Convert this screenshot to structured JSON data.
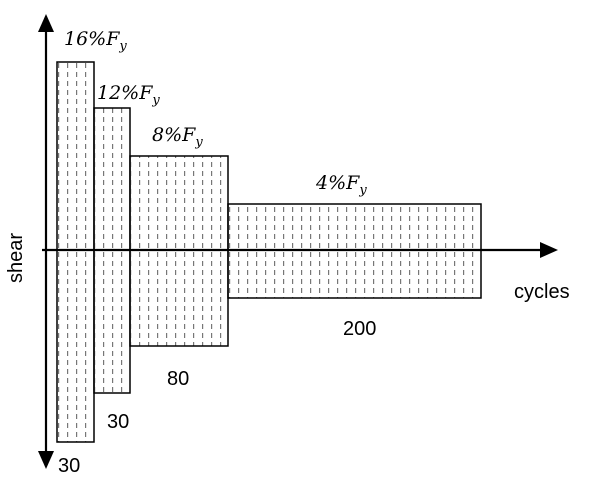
{
  "axes": {
    "y_label": "shear",
    "x_label": "cycles"
  },
  "blocks": [
    {
      "load_prefix": "16%F",
      "load_subscript": "y",
      "cycles": "30"
    },
    {
      "load_prefix": "12%F",
      "load_subscript": "y",
      "cycles": "30"
    },
    {
      "load_prefix": "8%F",
      "load_subscript": "y",
      "cycles": "80"
    },
    {
      "load_prefix": "4%F",
      "load_subscript": "y",
      "cycles": "200"
    }
  ]
}
